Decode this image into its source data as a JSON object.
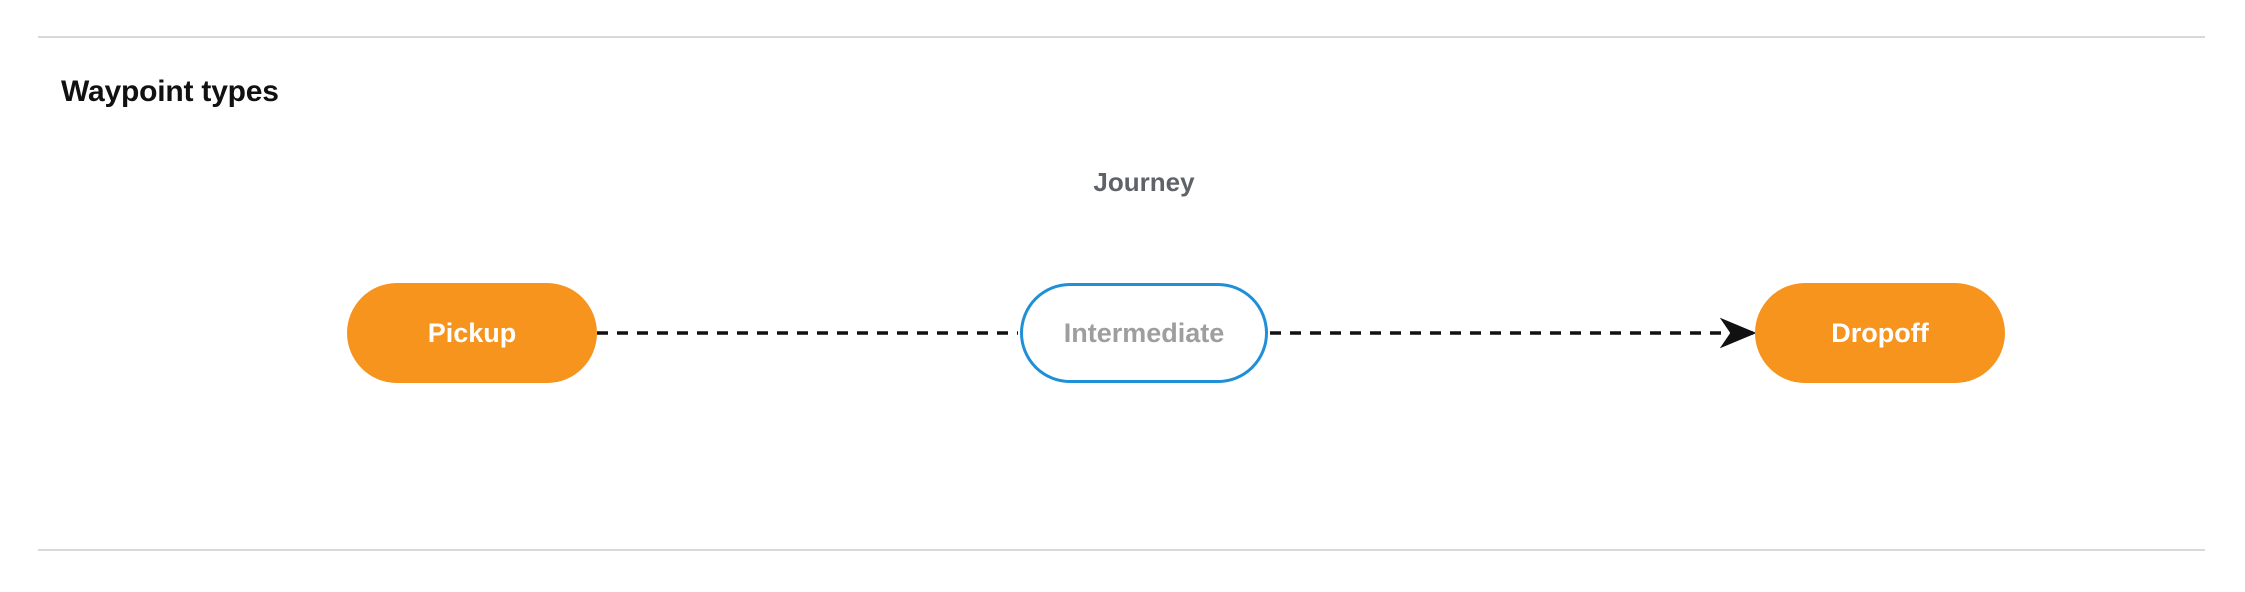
{
  "section": {
    "title": "Waypoint types"
  },
  "diagram": {
    "group_label": "Journey",
    "nodes": [
      {
        "id": "pickup",
        "label": "Pickup",
        "style": "filled",
        "fill": "#F7941E",
        "text_color": "#FFFFFF"
      },
      {
        "id": "intermediate",
        "label": "Intermediate",
        "style": "outlined",
        "fill": "#FFFFFF",
        "border_color": "#1F8FD8",
        "text_color": "#9E9E9E"
      },
      {
        "id": "dropoff",
        "label": "Dropoff",
        "style": "filled",
        "fill": "#F7941E",
        "text_color": "#FFFFFF"
      }
    ],
    "edges": [
      {
        "from": "pickup",
        "to": "intermediate",
        "style": "dashed",
        "arrow": false,
        "color": "#111111"
      },
      {
        "from": "intermediate",
        "to": "dropoff",
        "style": "dashed",
        "arrow": true,
        "color": "#111111"
      }
    ]
  },
  "colors": {
    "accent_orange": "#F7941E",
    "accent_blue": "#1F8FD8",
    "muted_text": "#9E9E9E",
    "label_text": "#5F6368",
    "divider": "#D9D9D9",
    "heading": "#111111"
  }
}
